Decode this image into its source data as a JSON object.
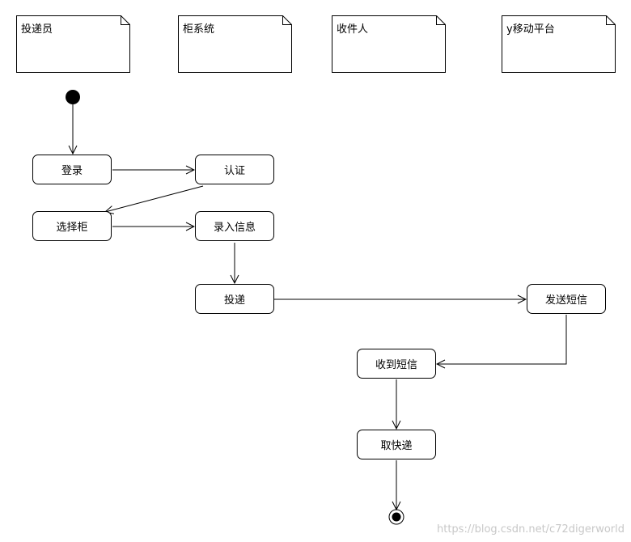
{
  "lanes": [
    {
      "id": "courier",
      "label": "投递员"
    },
    {
      "id": "locker",
      "label": "柜系统"
    },
    {
      "id": "recipient",
      "label": "收件人"
    },
    {
      "id": "mobile",
      "label": "y移动平台"
    }
  ],
  "activities": [
    {
      "id": "login",
      "label": "登录"
    },
    {
      "id": "auth",
      "label": "认证"
    },
    {
      "id": "select",
      "label": "选择柜"
    },
    {
      "id": "input",
      "label": "录入信息"
    },
    {
      "id": "deliver",
      "label": "投递"
    },
    {
      "id": "sms",
      "label": "发送短信"
    },
    {
      "id": "receive",
      "label": "收到短信"
    },
    {
      "id": "pickup",
      "label": "取快递"
    }
  ],
  "flows": [
    [
      "start",
      "login"
    ],
    [
      "login",
      "auth"
    ],
    [
      "auth",
      "select"
    ],
    [
      "select",
      "input"
    ],
    [
      "input",
      "deliver"
    ],
    [
      "deliver",
      "sms"
    ],
    [
      "sms",
      "receive"
    ],
    [
      "receive",
      "pickup"
    ],
    [
      "pickup",
      "end"
    ]
  ],
  "watermark": "https://blog.csdn.net/c72digerworld"
}
